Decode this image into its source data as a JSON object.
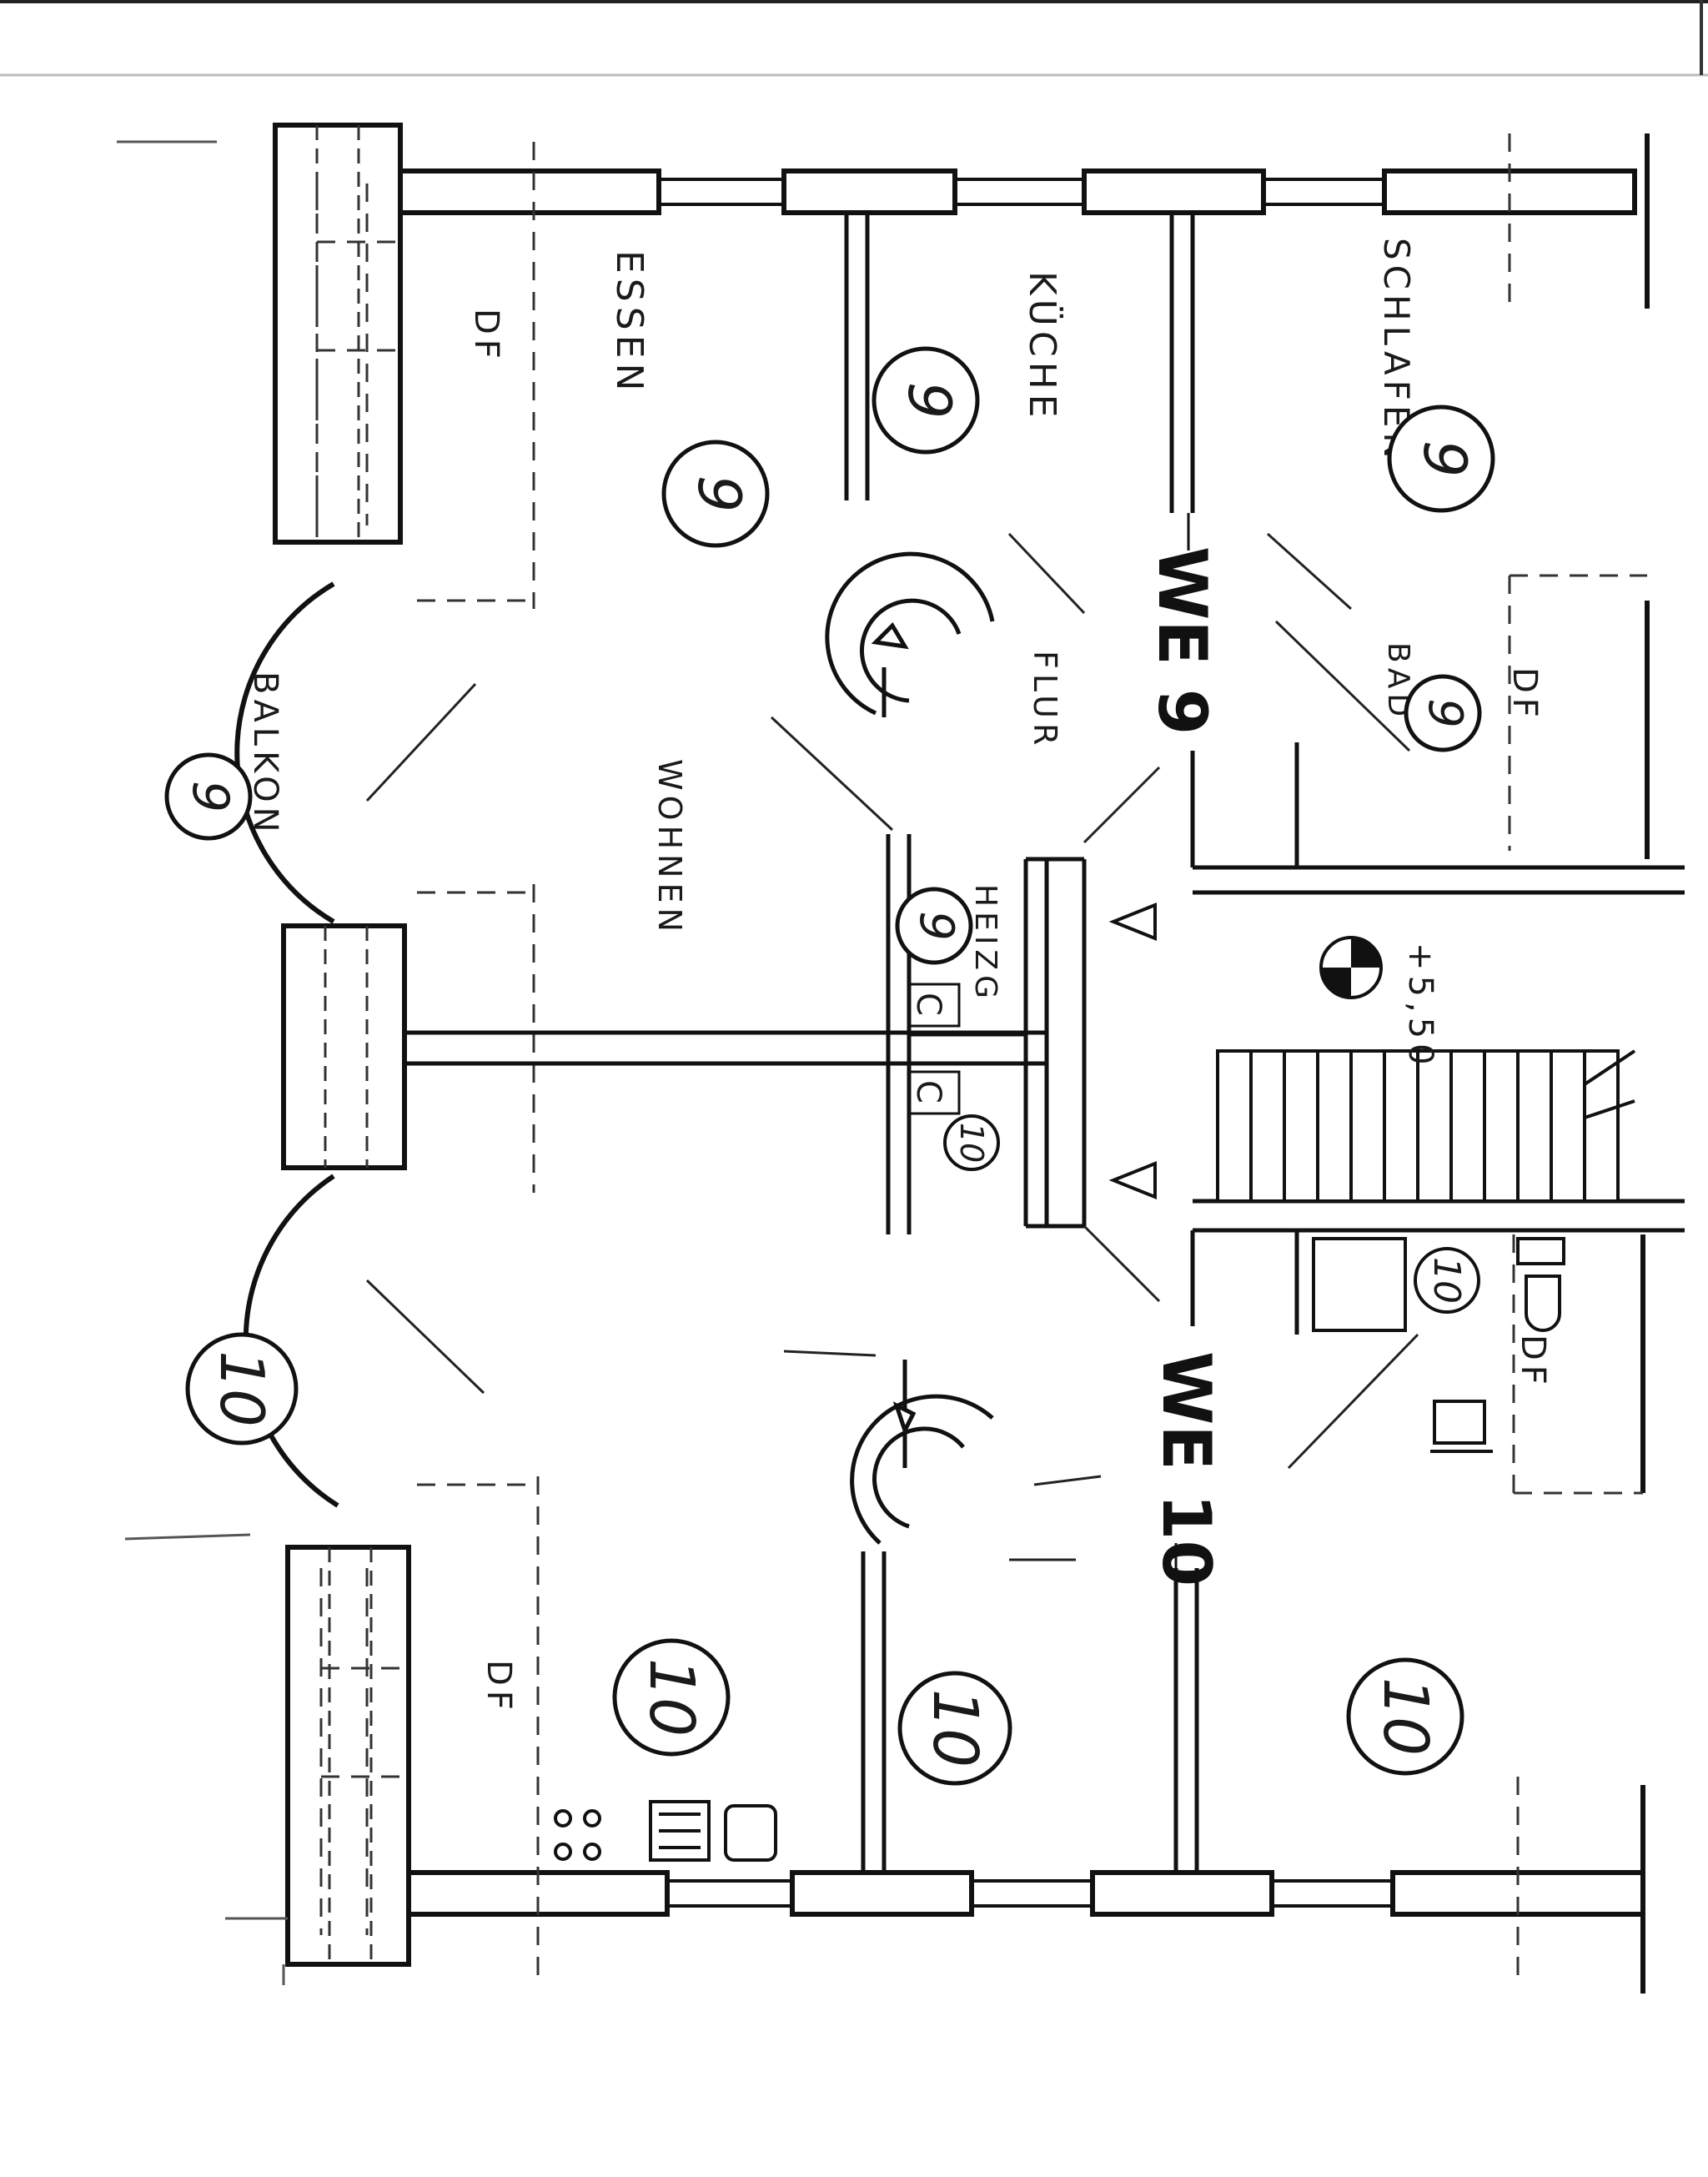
{
  "plan": {
    "rooms": {
      "essen": "ESSEN",
      "kueche": "KÜCHE",
      "schlafen": "SCHLAFEN",
      "balkon": "BALKON",
      "wohnen": "WOHNEN",
      "flur": "FLUR",
      "bad": "BAD",
      "heizg": "HEIZG"
    },
    "units": {
      "we9": "WE 9",
      "we10": "WE 10"
    },
    "level": "+5,50",
    "df_label": "DF",
    "circle_markers": {
      "we9": "9",
      "we10": "10"
    },
    "heating_symbol": "C"
  }
}
